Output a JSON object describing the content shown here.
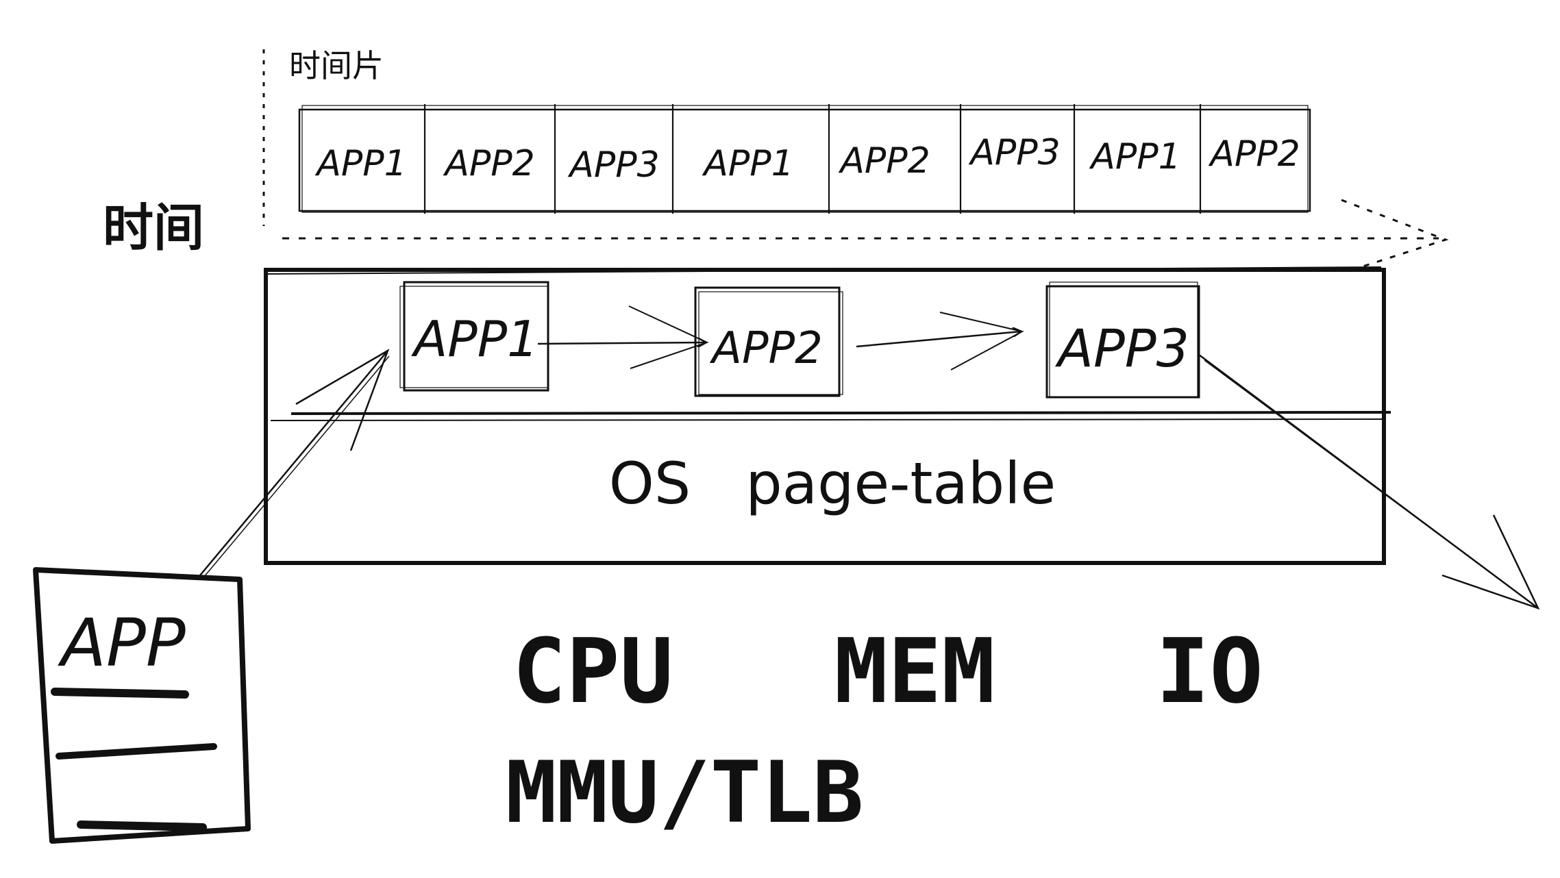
{
  "timeline": {
    "slice_label": "时间片",
    "axis_label": "时间",
    "slots": [
      "APP1",
      "APP2",
      "APP3",
      "APP1",
      "APP2",
      "APP3",
      "APP1",
      "APP2"
    ]
  },
  "os_box": {
    "apps": [
      "APP1",
      "APP2",
      "APP3"
    ],
    "label": "OS   page-table"
  },
  "hardware": {
    "line1": "CPU   MEM   IO",
    "line2": "MMU/TLB"
  },
  "app_document": {
    "title": "APP"
  }
}
